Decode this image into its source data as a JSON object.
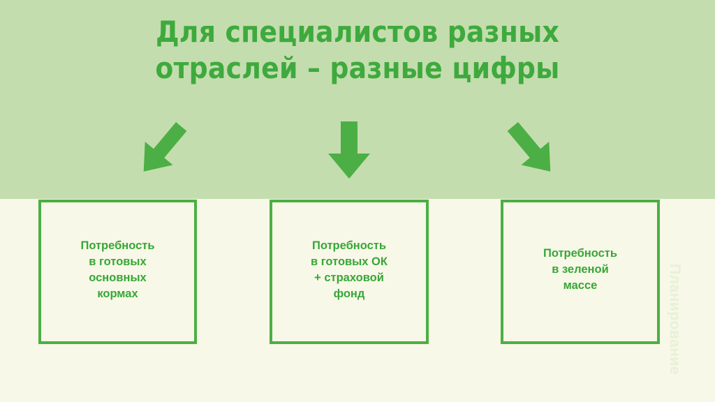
{
  "slide": {
    "title": "Для специалистов разных\nотраслей – разные цифры",
    "background_top_color": "#c4ddae",
    "background_bottom_color": "#f7f8e7",
    "accent_color": "#3eaa3e",
    "box_border_color": "#4caf45",
    "box_text_color": "#37a637"
  },
  "arrows": [
    {
      "name": "arrow-down-left",
      "direction": "down-left",
      "color": "#4caf45"
    },
    {
      "name": "arrow-down",
      "direction": "down",
      "color": "#4caf45"
    },
    {
      "name": "arrow-down-right",
      "direction": "down-right",
      "color": "#4caf45"
    }
  ],
  "boxes": [
    {
      "text": "Потребность\nв готовых\nосновных\nкормах"
    },
    {
      "text": "Потребность\nв готовых ОК\n+ страховой\nфонд"
    },
    {
      "text": "Потребность\nв зеленой\nмассе"
    }
  ],
  "watermark": {
    "text": "Планирование",
    "color": "#e8f0d8"
  }
}
